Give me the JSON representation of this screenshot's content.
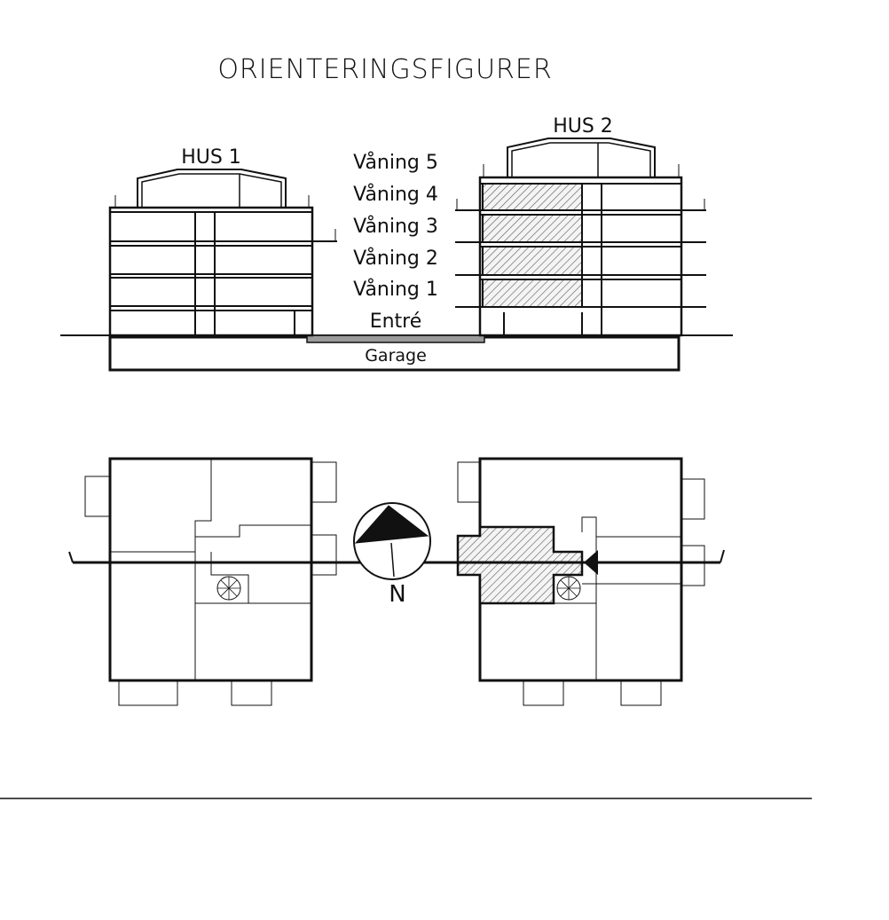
{
  "title": "ORIENTERINGSFIGURER",
  "section": {
    "house_1_label": "HUS 1",
    "house_2_label": "HUS 2",
    "floors": [
      "Våning 5",
      "Våning 4",
      "Våning 3",
      "Våning 2",
      "Våning 1"
    ],
    "entrance_label": "Entré",
    "garage_label": "Garage",
    "highlighted_house": "HUS 2",
    "highlighted_floors": [
      "Våning 1",
      "Våning 2",
      "Våning 3",
      "Våning 4"
    ]
  },
  "plan": {
    "compass_label": "N"
  },
  "colors": {
    "line": "#111111",
    "highlight_hatch": "#555555",
    "slab_gray": "#9a9a9a"
  }
}
